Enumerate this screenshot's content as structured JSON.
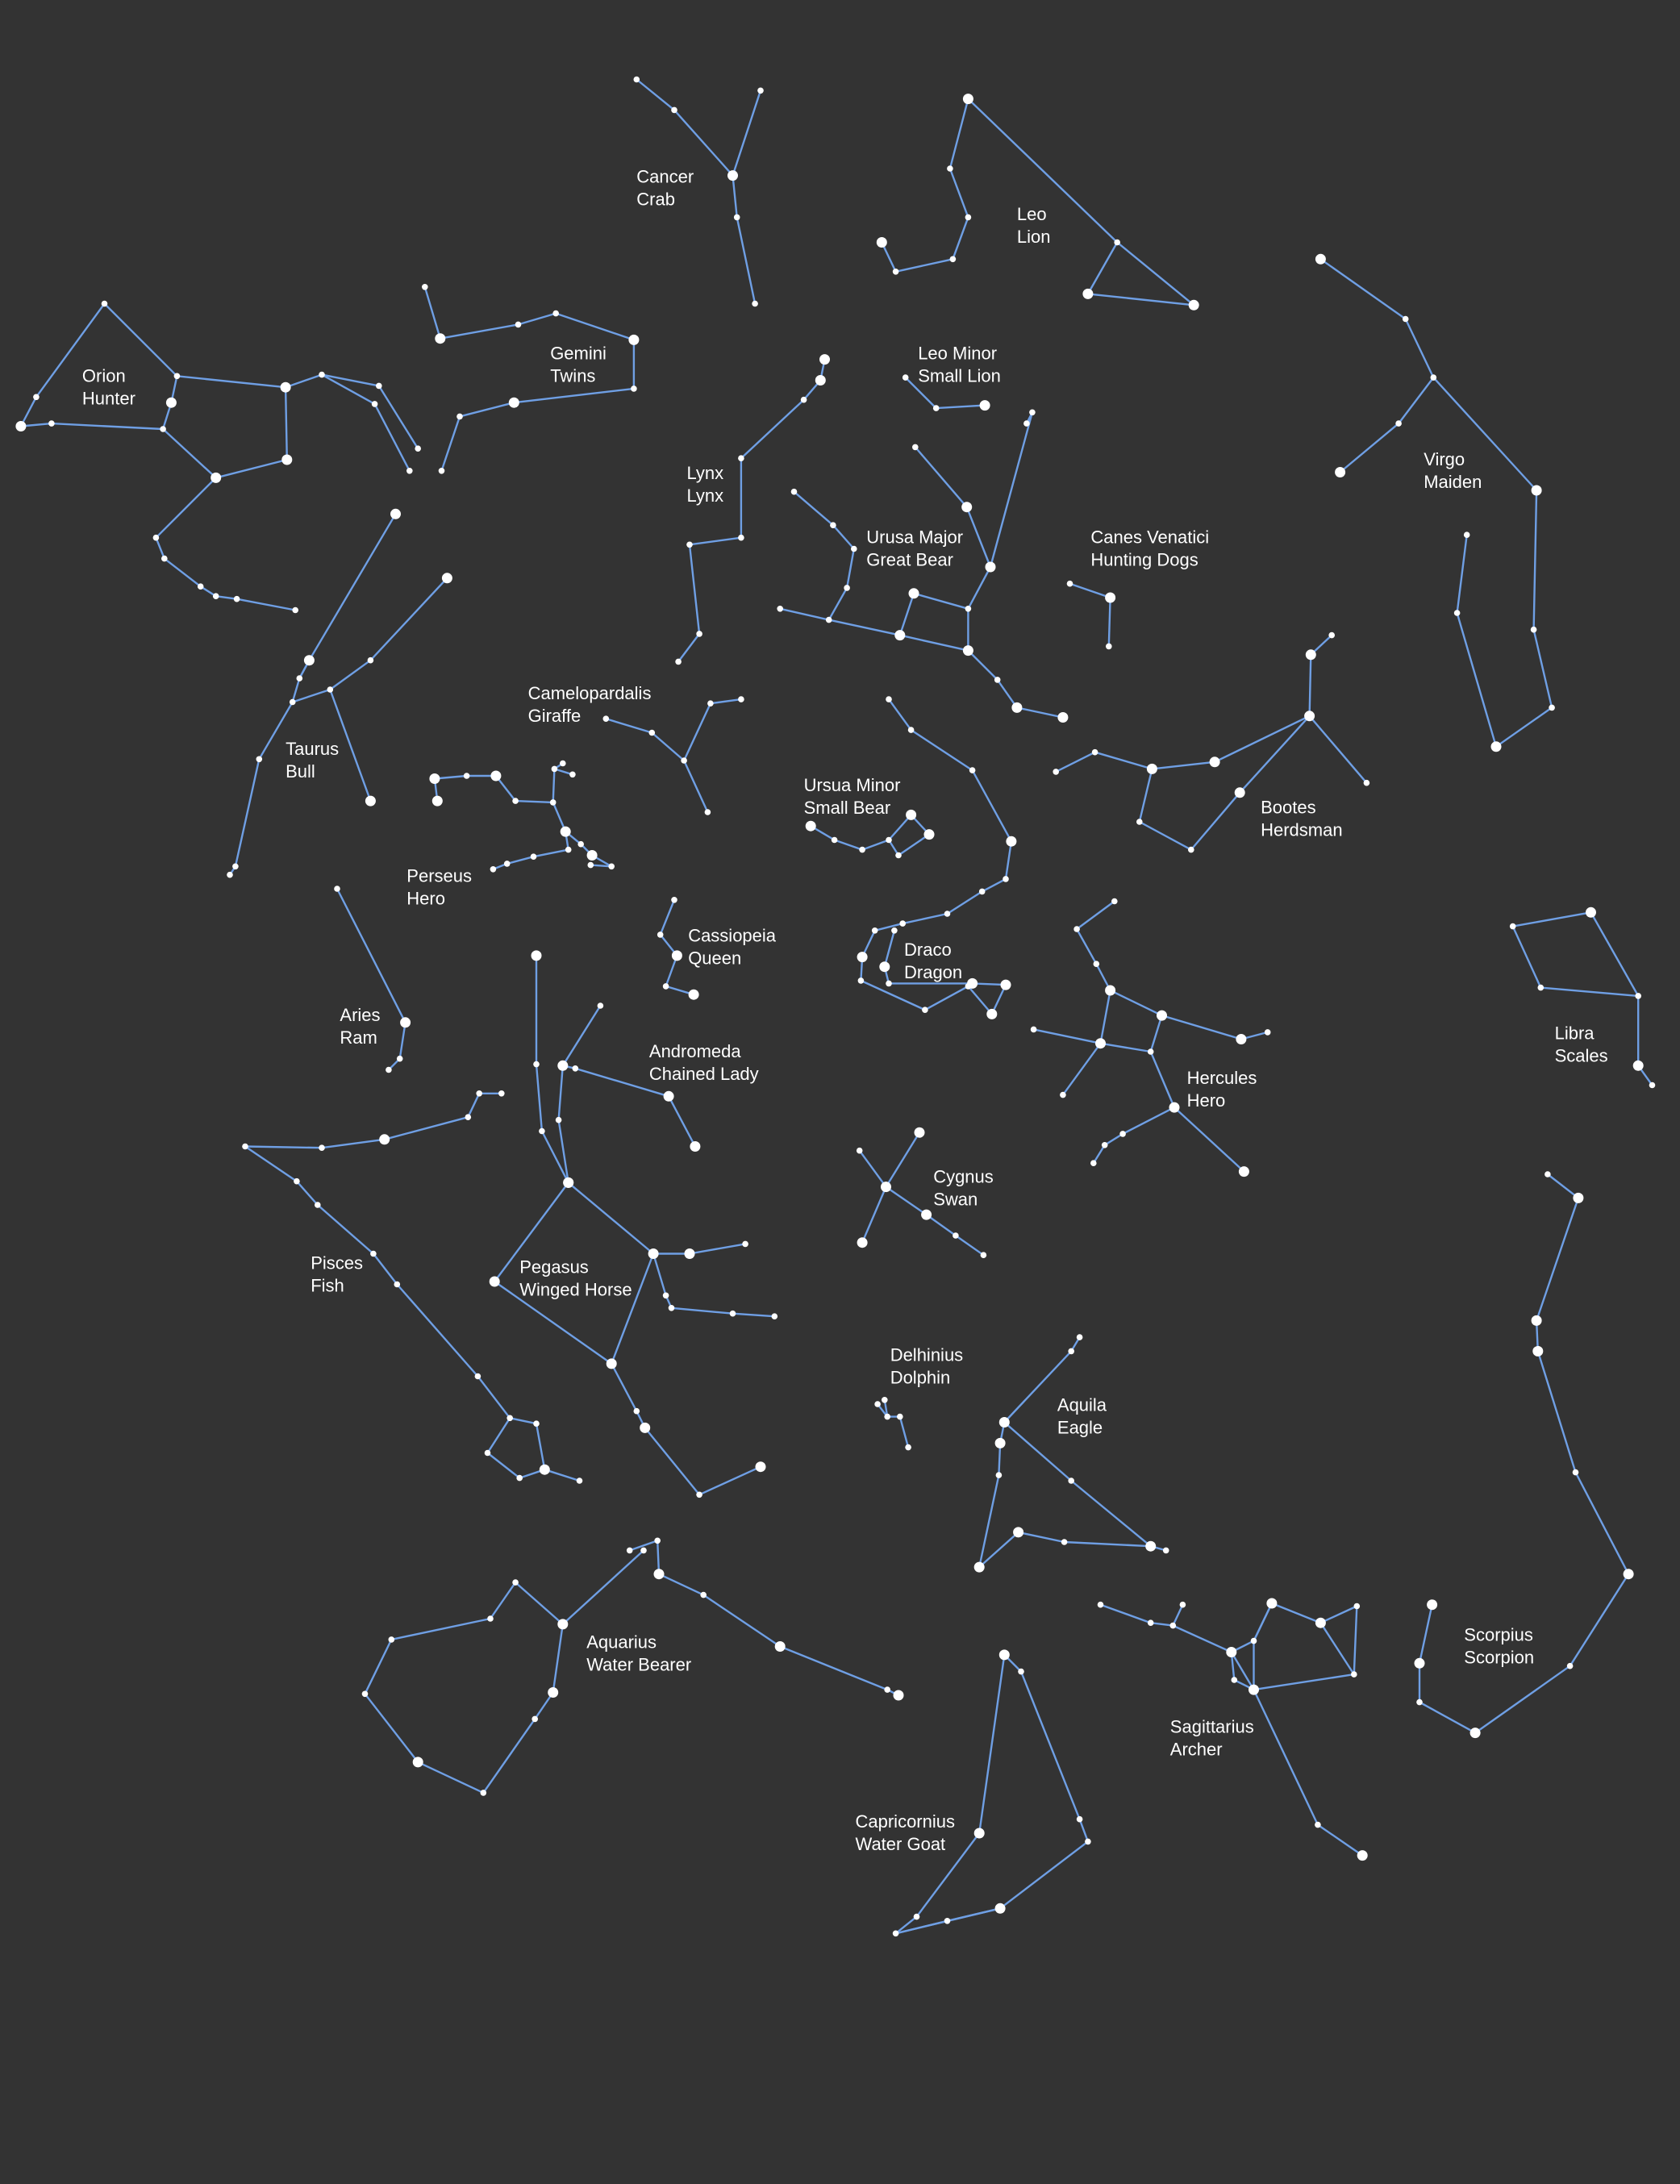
{
  "colors": {
    "background": "#333333",
    "line": "#6f9fe4",
    "star": "#ffffff",
    "label": "#ffffff"
  },
  "constellations": [
    {
      "id": "cancer",
      "name": "Cancer",
      "common": "Crab"
    },
    {
      "id": "leo",
      "name": "Leo",
      "common": "Lion"
    },
    {
      "id": "gemini",
      "name": "Gemini",
      "common": "Twins"
    },
    {
      "id": "orion",
      "name": "Orion",
      "common": "Hunter"
    },
    {
      "id": "leo-minor",
      "name": "Leo Minor",
      "common": "Small Lion"
    },
    {
      "id": "virgo",
      "name": "Virgo",
      "common": "Maiden"
    },
    {
      "id": "lynx",
      "name": "Lynx",
      "common": "Lynx"
    },
    {
      "id": "ursa-major",
      "name": "Urusa Major",
      "common": "Great Bear"
    },
    {
      "id": "canes-venatici",
      "name": "Canes Venatici",
      "common": "Hunting Dogs"
    },
    {
      "id": "camelopardalis",
      "name": "Camelopardalis",
      "common": "Giraffe"
    },
    {
      "id": "taurus",
      "name": "Taurus",
      "common": "Bull"
    },
    {
      "id": "ursa-minor",
      "name": "Ursua Minor",
      "common": "Small Bear"
    },
    {
      "id": "bootes",
      "name": "Bootes",
      "common": "Herdsman"
    },
    {
      "id": "perseus",
      "name": "Perseus",
      "common": "Hero"
    },
    {
      "id": "cassiopeia",
      "name": "Cassiopeia",
      "common": "Queen"
    },
    {
      "id": "draco",
      "name": "Draco",
      "common": "Dragon"
    },
    {
      "id": "aries",
      "name": "Aries",
      "common": "Ram"
    },
    {
      "id": "libra",
      "name": "Libra",
      "common": "Scales"
    },
    {
      "id": "andromeda",
      "name": "Andromeda",
      "common": "Chained Lady"
    },
    {
      "id": "hercules",
      "name": "Hercules",
      "common": "Hero"
    },
    {
      "id": "cygnus",
      "name": "Cygnus",
      "common": "Swan"
    },
    {
      "id": "pisces",
      "name": "Pisces",
      "common": "Fish"
    },
    {
      "id": "pegasus",
      "name": "Pegasus",
      "common": "Winged Horse"
    },
    {
      "id": "delphinus",
      "name": "Delhinius",
      "common": "Dolphin"
    },
    {
      "id": "aquila",
      "name": "Aquila",
      "common": "Eagle"
    },
    {
      "id": "aquarius",
      "name": "Aquarius",
      "common": "Water Bearer"
    },
    {
      "id": "scorpius",
      "name": "Scorpius",
      "common": "Scorpion"
    },
    {
      "id": "sagittarius",
      "name": "Sagittarius",
      "common": "Archer"
    },
    {
      "id": "capricornus",
      "name": "Capricornius",
      "common": "Water Goat"
    }
  ]
}
